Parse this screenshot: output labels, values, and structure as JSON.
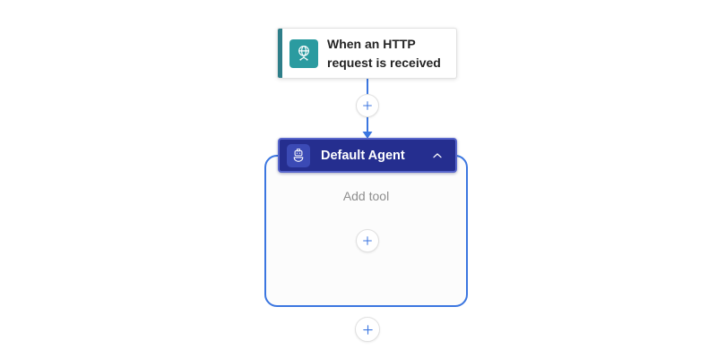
{
  "theme": {
    "canvas-bg": "#FFFFFF",
    "edge-blue": "#3B76E0",
    "trigger-teal": "#2B9BA0",
    "trigger-stripe-teal": "#2E7E89",
    "agent-navy": "#252E8F",
    "agent-border-blue": "#5765CB",
    "agent-icon-tile-blue": "#3B4AB5",
    "container-bg": "#FCFCFC",
    "muted-text": "#8E8E8E",
    "title-text": "#242424",
    "circle-border": "#E0E0E0",
    "card-border": "#E2E2E2"
  },
  "trigger": {
    "title": "When an HTTP request is received"
  },
  "agent": {
    "title": "Default Agent",
    "add_tool_label": "Add tool"
  },
  "icons": {
    "trigger_icon": "globe-network-icon",
    "agent_icon": "bot-icon",
    "collapse_icon": "chevron-up-icon",
    "insert_icon": "plus-icon"
  }
}
